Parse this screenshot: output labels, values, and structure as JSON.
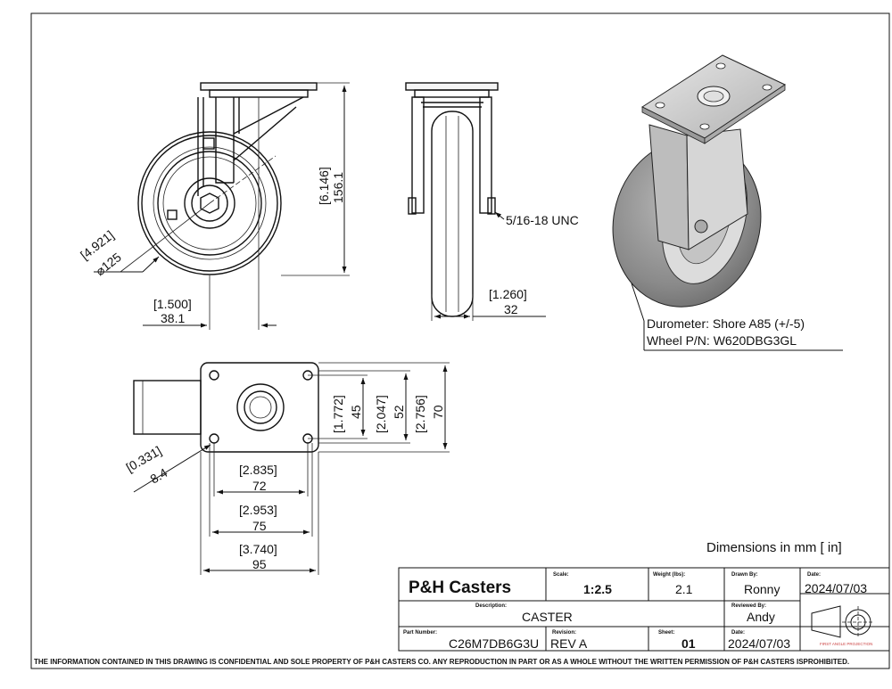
{
  "dimensions": {
    "wheel_dia_in": "[4.921]",
    "wheel_dia_mm": "⌀125",
    "offset_in": "[1.500]",
    "offset_mm": "38.1",
    "height_in": "[6.146]",
    "height_mm": "156.1",
    "bolt_label": "5/16-18 UNC",
    "width_in": "[1.260]",
    "width_mm": "32",
    "plate_h1_in": "[1.772]",
    "plate_h1_mm": "45",
    "plate_h2_in": "[2.047]",
    "plate_h2_mm": "52",
    "plate_h3_in": "[2.756]",
    "plate_h3_mm": "70",
    "hole_in": "[0.331]",
    "hole_mm": "8.4",
    "plate_w1_in": "[2.835]",
    "plate_w1_mm": "72",
    "plate_w2_in": "[2.953]",
    "plate_w2_mm": "75",
    "plate_w3_in": "[3.740]",
    "plate_w3_mm": "95"
  },
  "notes": {
    "durometer": "Durometer: Shore A85 (+/-5)",
    "wheel_pn": "Wheel P/N: W620DBG3GL",
    "units": "Dimensions in mm [ in]"
  },
  "title_block": {
    "company": "P&H Casters",
    "scale_label": "Scale:",
    "scale": "1:2.5",
    "weight_label": "Weight (lbs):",
    "weight": "2.1",
    "drawn_by_label": "Drawn By:",
    "drawn_by": "Ronny",
    "date_label": "Date:",
    "date1": "2024/07/03",
    "description_label": "Description:",
    "description": "CASTER",
    "reviewed_by_label": "Reviewed By:",
    "reviewed_by": "Andy",
    "part_number_label": "Part Number:",
    "part_number": "C26M7DB6G3U",
    "revision_label": "Revision:",
    "revision": "REV A",
    "sheet_label": "Sheet:",
    "sheet": "01",
    "date2_label": "Date:",
    "date2": "2024/07/03",
    "projection_caption": "FIRST ANGLE PROJECTION"
  },
  "disclaimer": "THE INFORMATION CONTAINED IN THIS DRAWING IS CONFIDENTIAL AND SOLE PROPERTY OF P&H CASTERS CO.  ANY REPRODUCTION IN PART OR AS A WHOLE WITHOUT THE WRITTEN PERMISSION OF P&H CASTERS ISPROHIBITED."
}
